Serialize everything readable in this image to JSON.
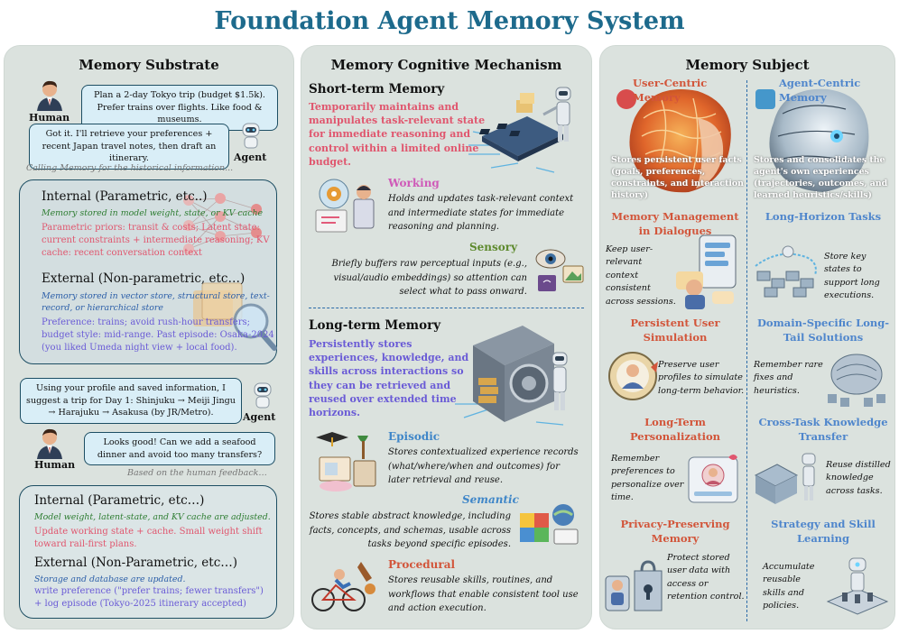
{
  "title": "Foundation Agent Memory System",
  "substrate": {
    "title": "Memory Substrate",
    "human_label": "Human",
    "agent_label": "Agent",
    "msg1": "Plan a 2-day Tokyo trip (budget $1.5k). Prefer trains over flights. Like food & museums.",
    "msg2": "Got it. I'll retrieve your preferences + recent Japan travel notes, then draft an itinerary.",
    "note1": "Calling Memory for the historical information...",
    "internal": {
      "heading": "Internal (Parametric, etc..)",
      "sub": "Memory stored in model weight, state, or KV cache",
      "text": "Parametric priors: transit & costs; Latent state: current constraints + intermediate reasoning; KV cache: recent conversation context"
    },
    "external": {
      "heading": "External (Non-parametric, etc…)",
      "sub": "Memory stored in vector store, structural store, text-record, or hierarchical store",
      "text": "Preference: trains; avoid rush-hour transfers; budget style: mid-range. Past episode: Osaka-2024 (you liked Umeda night view + local food)."
    },
    "msg3": "Using your profile and saved information, I suggest a trip for Day 1: Shinjuku → Meiji Jingu → Harajuku → Asakusa (by JR/Metro).",
    "msg4": "Looks good! Can we add a seafood dinner and avoid too many transfers?",
    "note2": "Based on the human feedback…",
    "internal2": {
      "heading": "Internal (Parametric, etc…)",
      "sub": "Model weight, latent-state, and KV cache are adjusted.",
      "text": "Update working state + cache. Small weight shift toward rail-first plans."
    },
    "external2": {
      "heading": "External (Non-Parametric, etc…)",
      "sub": "Storage and database are updated.",
      "text": "write preference (\"prefer trains; fewer transfers\") + log episode (Tokyo-2025 itinerary accepted)"
    }
  },
  "cognitive": {
    "title": "Memory Cognitive Mechanism",
    "short_term": {
      "heading": "Short-term Memory",
      "desc": "Temporarily maintains and manipulates task-relevant state for immediate reasoning and control within a limited online budget."
    },
    "working": {
      "heading": "Working",
      "text": "Holds and updates task-relevant context and intermediate states for immediate reasoning and planning."
    },
    "sensory": {
      "heading": "Sensory",
      "text": "Briefly buffers raw perceptual inputs (e.g., visual/audio embeddings) so attention can select what to pass onward."
    },
    "long_term": {
      "heading": "Long-term Memory",
      "desc": "Persistently stores experiences, knowledge, and skills across interactions so they can be retrieved and reused over extended time horizons."
    },
    "episodic": {
      "heading": "Episodic",
      "text": "Stores contextualized experience records (what/where/when and outcomes) for later retrieval and reuse."
    },
    "semantic": {
      "heading": "Semantic",
      "text": "Stores stable abstract knowledge, including facts, concepts, and schemas, usable across tasks beyond specific episodes."
    },
    "procedural": {
      "heading": "Procedural",
      "text": "Stores reusable skills, routines, and workflows that enable consistent tool use and action execution."
    }
  },
  "subject": {
    "title": "Memory Subject",
    "user_centric": {
      "heading": "User-Centric Memory",
      "text": "Stores persistent user facts (goals, preferences, constraints, and interaction history)"
    },
    "agent_centric": {
      "heading": "Agent-Centric Memory",
      "text": "Stores and consolidates the agent's own experiences (trajectories, outcomes, and learned heuristics/skills)"
    },
    "left": [
      {
        "heading": "Memory Management in Dialogues",
        "text": "Keep user-relevant context consistent across sessions."
      },
      {
        "heading": "Persistent User Simulation",
        "text": "Preserve user profiles to simulate long-term behavior."
      },
      {
        "heading": "Long-Term Personalization",
        "text": "Remember preferences to personalize over time."
      },
      {
        "heading": "Privacy-Preserving Memory",
        "text": "Protect stored user data with access or retention control."
      }
    ],
    "right": [
      {
        "heading": "Long-Horizon Tasks",
        "text": "Store key states to support long executions."
      },
      {
        "heading": "Domain-Specific Long-Tail Solutions",
        "text": "Remember rare fixes and heuristics."
      },
      {
        "heading": "Cross-Task Knowledge Transfer",
        "text": "Reuse distilled knowledge across tasks."
      },
      {
        "heading": "Strategy and Skill Learning",
        "text": "Accumulate reusable skills and policies."
      }
    ]
  },
  "colors": {
    "title": "#1d6a8c",
    "panel": "#dbe2de",
    "red": "#e0566e",
    "purple": "#6a5bd6",
    "orange_red": "#d2553a",
    "blue": "#4f86cc"
  }
}
